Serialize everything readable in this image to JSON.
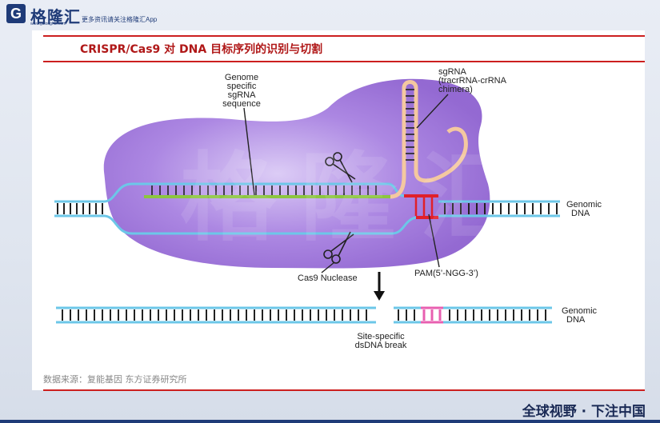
{
  "header": {
    "logo_letter": "G",
    "logo_name": "格隆汇",
    "logo_url": "www.gelonghui.com",
    "tagline": "更多资讯请关注格隆汇App"
  },
  "slide": {
    "title": "CRISPR/Cas9 对 DNA 目标序列的识别与切割",
    "source": "数据来源：复能基因   东方证券研究所"
  },
  "diagram": {
    "labels": {
      "genome_specific": [
        "Genome",
        "specific",
        "sgRNA",
        "sequence"
      ],
      "sgrna": [
        "sgRNA",
        "(tracrRNA-crRNA",
        "chimera)"
      ],
      "genomic_dna_top": [
        "Genomic",
        "DNA"
      ],
      "cas9": "Cas9 Nuclease",
      "pam": "PAM(5’-NGG-3’)",
      "genomic_dna_bottom": [
        "Genomic",
        "DNA"
      ],
      "break": [
        "Site-specific",
        "dsDNA break"
      ]
    },
    "colors": {
      "protein": "#9b6fd6",
      "dna_strand": "#6cc7e8",
      "guide": "#8cc63f",
      "tracr": "#f4c8a0",
      "pam": "#e0202a",
      "pink": "#e85fb0"
    }
  },
  "watermark": "格隆汇",
  "footer": {
    "slogan": "全球视野 · 下注中国"
  }
}
